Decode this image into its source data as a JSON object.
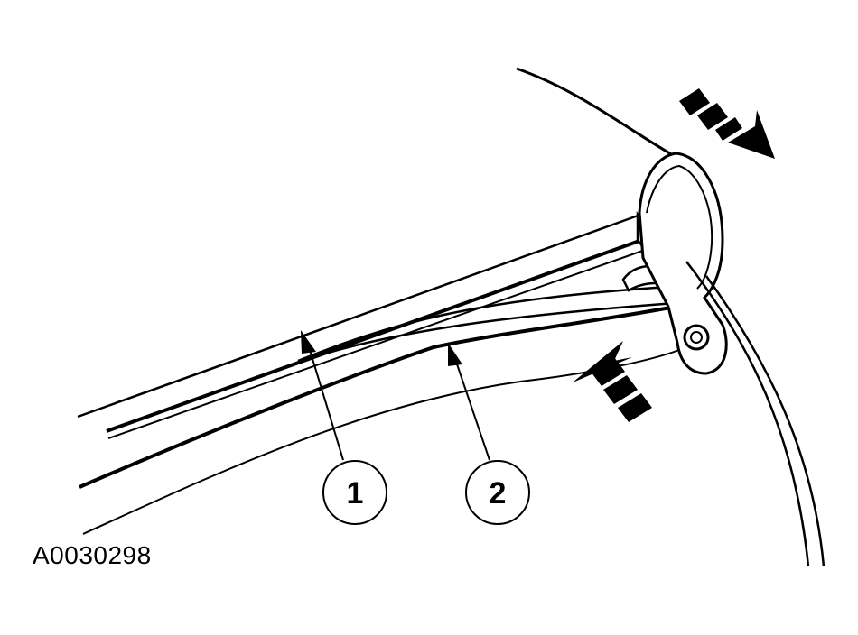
{
  "callouts": [
    {
      "id": "1",
      "label": "1"
    },
    {
      "id": "2",
      "label": "2"
    }
  ],
  "figure_code": "A0030298",
  "colors": {
    "ink": "#000000",
    "paper": "#ffffff"
  }
}
